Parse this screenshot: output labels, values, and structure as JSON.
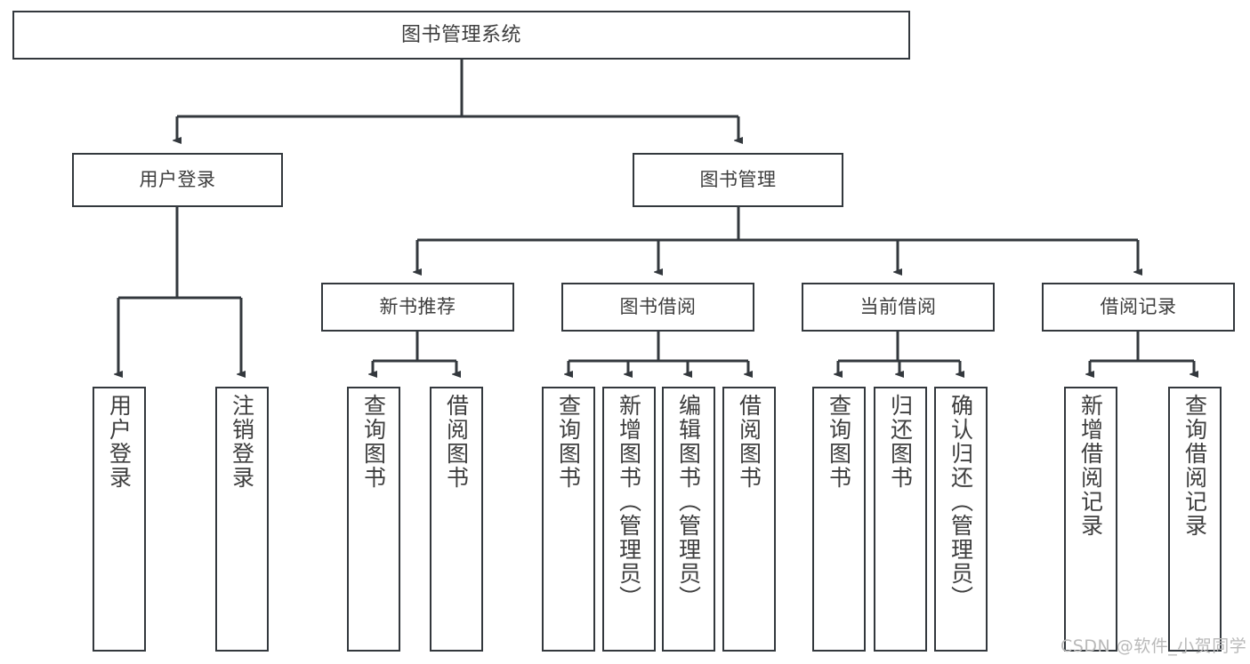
{
  "diagram": {
    "title": "图书管理系统",
    "root": {
      "label": "图书管理系统"
    },
    "level1": [
      {
        "label": "用户登录"
      },
      {
        "label": "图书管理"
      }
    ],
    "level2": [
      {
        "label": "新书推荐"
      },
      {
        "label": "图书借阅"
      },
      {
        "label": "当前借阅"
      },
      {
        "label": "借阅记录"
      }
    ],
    "leaves": [
      {
        "label": "用户登录",
        "parent": "用户登录"
      },
      {
        "label": "注销登录",
        "parent": "用户登录"
      },
      {
        "label": "查询图书",
        "parent": "新书推荐"
      },
      {
        "label": "借阅图书",
        "parent": "新书推荐"
      },
      {
        "label": "查询图书",
        "parent": "图书借阅"
      },
      {
        "label": "新增图书（管理员）",
        "parent": "图书借阅"
      },
      {
        "label": "编辑图书（管理员）",
        "parent": "图书借阅"
      },
      {
        "label": "借阅图书",
        "parent": "图书借阅"
      },
      {
        "label": "查询图书",
        "parent": "当前借阅"
      },
      {
        "label": "归还图书",
        "parent": "当前借阅"
      },
      {
        "label": "确认归还（管理员）",
        "parent": "当前借阅"
      },
      {
        "label": "新增借阅记录",
        "parent": "借阅记录"
      },
      {
        "label": "查询借阅记录",
        "parent": "借阅记录"
      }
    ]
  },
  "watermark": {
    "text": "CSDN @软件_小贺同学"
  },
  "colors": {
    "box_border": "#33383d",
    "text": "#3e3e3e",
    "background": "#ffffff",
    "watermark": "#b9b9b9"
  }
}
